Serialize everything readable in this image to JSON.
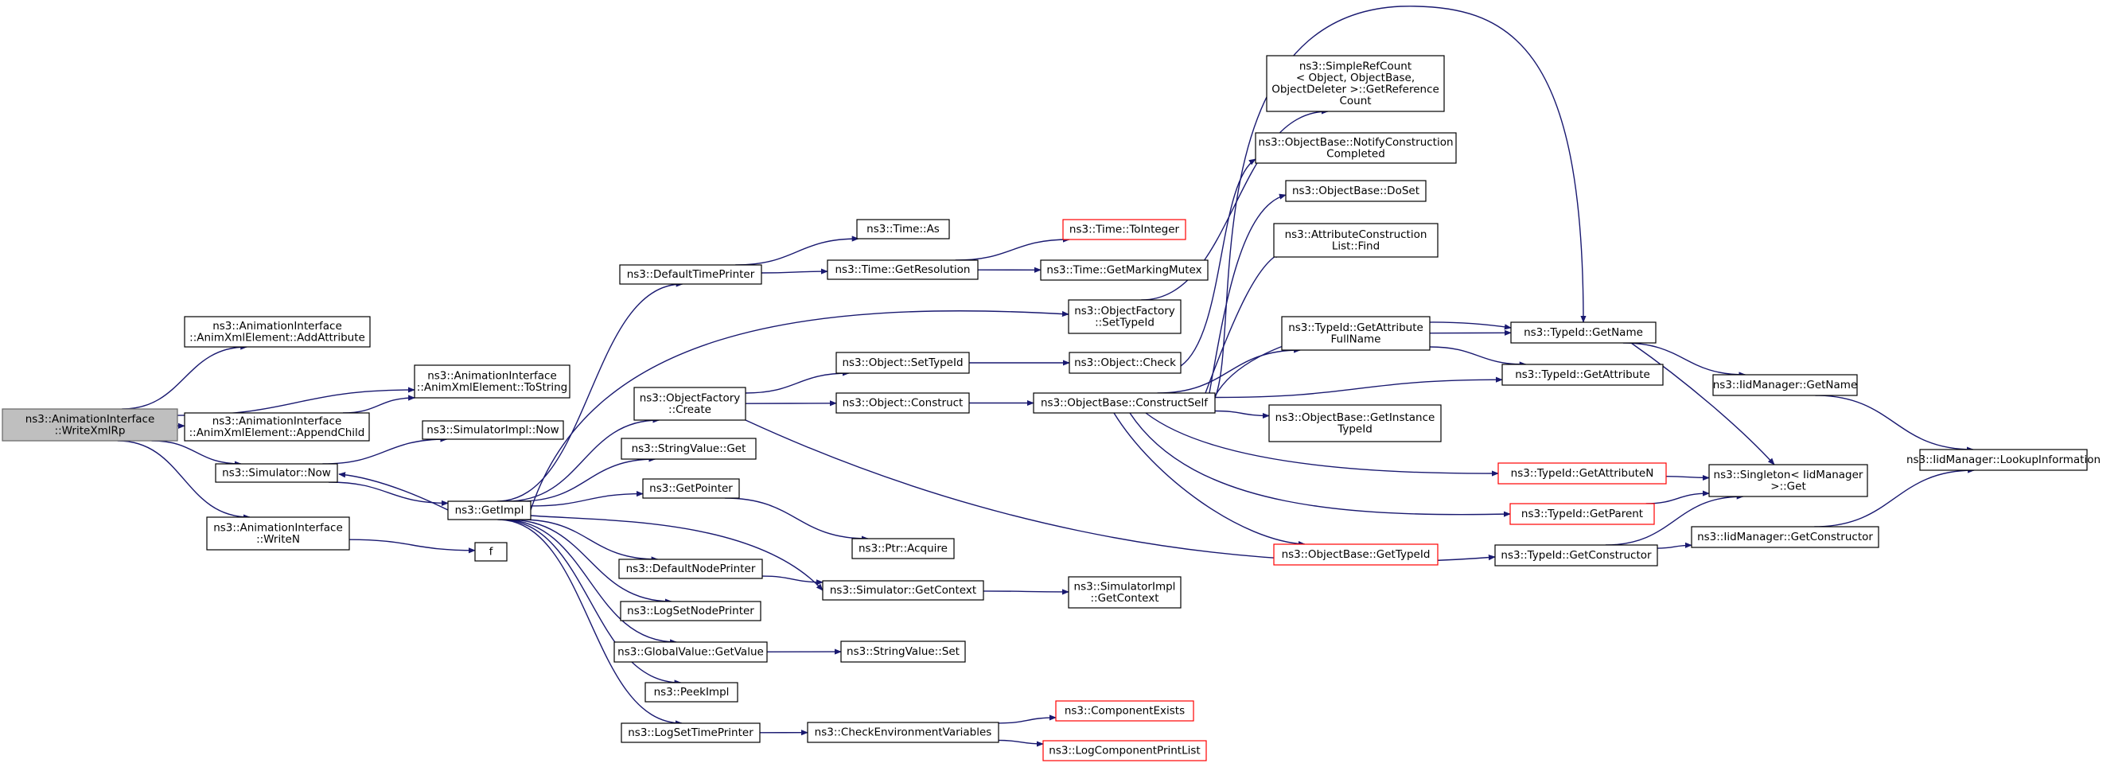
{
  "colors": {
    "edge": "#191970",
    "box_border": "#000000",
    "box_fill": "#ffffff",
    "missing_border": "#ff0000",
    "root_fill": "#bfbfbf",
    "root_border": "#666666"
  },
  "nodes": [
    {
      "id": "root",
      "lines": [
        "ns3::AnimationInterface",
        "::WriteXmlRp"
      ],
      "style": "root"
    },
    {
      "id": "addAttr",
      "lines": [
        "ns3::AnimationInterface",
        "::AnimXmlElement::AddAttribute"
      ]
    },
    {
      "id": "toString",
      "lines": [
        "ns3::AnimationInterface",
        "::AnimXmlElement::ToString"
      ]
    },
    {
      "id": "appendChild",
      "lines": [
        "ns3::AnimationInterface",
        "::AnimXmlElement::AppendChild"
      ]
    },
    {
      "id": "simNow",
      "lines": [
        "ns3::Simulator::Now"
      ]
    },
    {
      "id": "writeN",
      "lines": [
        "ns3::AnimationInterface",
        "::WriteN"
      ]
    },
    {
      "id": "simImplNow",
      "lines": [
        "ns3::SimulatorImpl::Now"
      ]
    },
    {
      "id": "getImpl",
      "lines": [
        "ns3::GetImpl"
      ]
    },
    {
      "id": "f",
      "lines": [
        "f"
      ]
    },
    {
      "id": "defaultTimePrinter",
      "lines": [
        "ns3::DefaultTimePrinter"
      ]
    },
    {
      "id": "ofCreate",
      "lines": [
        "ns3::ObjectFactory",
        "::Create"
      ]
    },
    {
      "id": "strGet",
      "lines": [
        "ns3::StringValue::Get"
      ]
    },
    {
      "id": "getPointer",
      "lines": [
        "ns3::GetPointer"
      ]
    },
    {
      "id": "defaultNodePrinter",
      "lines": [
        "ns3::DefaultNodePrinter"
      ]
    },
    {
      "id": "logSetNodePrinter",
      "lines": [
        "ns3::LogSetNodePrinter"
      ]
    },
    {
      "id": "gvGetValue",
      "lines": [
        "ns3::GlobalValue::GetValue"
      ]
    },
    {
      "id": "peekImpl",
      "lines": [
        "ns3::PeekImpl"
      ]
    },
    {
      "id": "logSetTimePrinter",
      "lines": [
        "ns3::LogSetTimePrinter"
      ]
    },
    {
      "id": "timeAs",
      "lines": [
        "ns3::Time::As"
      ]
    },
    {
      "id": "timeGetRes",
      "lines": [
        "ns3::Time::GetResolution"
      ]
    },
    {
      "id": "objSetTypeId",
      "lines": [
        "ns3::Object::SetTypeId"
      ]
    },
    {
      "id": "objConstruct",
      "lines": [
        "ns3::Object::Construct"
      ]
    },
    {
      "id": "ptrAcquire",
      "lines": [
        "ns3::Ptr::Acquire"
      ]
    },
    {
      "id": "simGetContext",
      "lines": [
        "ns3::Simulator::GetContext"
      ]
    },
    {
      "id": "strSet",
      "lines": [
        "ns3::StringValue::Set"
      ]
    },
    {
      "id": "checkEnv",
      "lines": [
        "ns3::CheckEnvironmentVariables"
      ]
    },
    {
      "id": "timeToInteger",
      "lines": [
        "ns3::Time::ToInteger"
      ],
      "style": "missing"
    },
    {
      "id": "timeMarkMutex",
      "lines": [
        "ns3::Time::GetMarkingMutex"
      ]
    },
    {
      "id": "ofSetTypeId",
      "lines": [
        "ns3::ObjectFactory",
        "::SetTypeId"
      ]
    },
    {
      "id": "objCheck",
      "lines": [
        "ns3::Object::Check"
      ]
    },
    {
      "id": "obConstructSelf",
      "lines": [
        "ns3::ObjectBase::ConstructSelf"
      ]
    },
    {
      "id": "simImplGetContext",
      "lines": [
        "ns3::SimulatorImpl",
        "::GetContext"
      ]
    },
    {
      "id": "compExists",
      "lines": [
        "ns3::ComponentExists"
      ],
      "style": "missing"
    },
    {
      "id": "logCompPrintList",
      "lines": [
        "ns3::LogComponentPrintList"
      ],
      "style": "missing"
    },
    {
      "id": "srcGetRefCount",
      "lines": [
        "ns3::SimpleRefCount",
        "< Object, ObjectBase,",
        "ObjectDeleter >::GetReference",
        "Count"
      ]
    },
    {
      "id": "obNotifyConstr",
      "lines": [
        "ns3::ObjectBase::NotifyConstruction",
        "Completed"
      ]
    },
    {
      "id": "obDoSet",
      "lines": [
        "ns3::ObjectBase::DoSet"
      ]
    },
    {
      "id": "acListFind",
      "lines": [
        "ns3::AttributeConstruction",
        "List::Find"
      ]
    },
    {
      "id": "tidGetAttrFullName",
      "lines": [
        "ns3::TypeId::GetAttribute",
        "FullName"
      ]
    },
    {
      "id": "obGetInstTypeId",
      "lines": [
        "ns3::ObjectBase::GetInstance",
        "TypeId"
      ]
    },
    {
      "id": "obGetTypeId",
      "lines": [
        "ns3::ObjectBase::GetTypeId"
      ],
      "style": "missing"
    },
    {
      "id": "tidGetName",
      "lines": [
        "ns3::TypeId::GetName"
      ]
    },
    {
      "id": "tidGetAttribute",
      "lines": [
        "ns3::TypeId::GetAttribute"
      ]
    },
    {
      "id": "tidGetAttributeN",
      "lines": [
        "ns3::TypeId::GetAttributeN"
      ],
      "style": "missing"
    },
    {
      "id": "tidGetParent",
      "lines": [
        "ns3::TypeId::GetParent"
      ],
      "style": "missing"
    },
    {
      "id": "tidGetConstructor",
      "lines": [
        "ns3::TypeId::GetConstructor"
      ]
    },
    {
      "id": "iidGetName",
      "lines": [
        "ns3::IidManager::GetName"
      ]
    },
    {
      "id": "singletonGet",
      "lines": [
        "ns3::Singleton< IidManager",
        ">::Get"
      ]
    },
    {
      "id": "iidGetConstructor",
      "lines": [
        "ns3::IidManager::GetConstructor"
      ]
    },
    {
      "id": "iidLookup",
      "lines": [
        "ns3::IidManager::LookupInformation"
      ]
    }
  ],
  "edges": [
    [
      "root",
      "addAttr"
    ],
    [
      "root",
      "toString"
    ],
    [
      "root",
      "appendChild"
    ],
    [
      "root",
      "simNow"
    ],
    [
      "root",
      "writeN"
    ],
    [
      "appendChild",
      "toString"
    ],
    [
      "simNow",
      "simImplNow"
    ],
    [
      "simNow",
      "getImpl"
    ],
    [
      "writeN",
      "f"
    ],
    [
      "getImpl",
      "defaultTimePrinter"
    ],
    [
      "getImpl",
      "ofCreate"
    ],
    [
      "getImpl",
      "strGet"
    ],
    [
      "getImpl",
      "getPointer"
    ],
    [
      "getImpl",
      "defaultNodePrinter"
    ],
    [
      "getImpl",
      "logSetNodePrinter"
    ],
    [
      "getImpl",
      "gvGetValue"
    ],
    [
      "getImpl",
      "peekImpl"
    ],
    [
      "getImpl",
      "logSetTimePrinter"
    ],
    [
      "getImpl",
      "simNow"
    ],
    [
      "getImpl",
      "ofSetTypeId"
    ],
    [
      "getImpl",
      "simGetContext"
    ],
    [
      "defaultTimePrinter",
      "timeAs"
    ],
    [
      "defaultTimePrinter",
      "timeGetRes"
    ],
    [
      "timeGetRes",
      "timeToInteger"
    ],
    [
      "timeGetRes",
      "timeMarkMutex"
    ],
    [
      "ofCreate",
      "objSetTypeId"
    ],
    [
      "ofCreate",
      "objConstruct"
    ],
    [
      "ofCreate",
      "tidGetConstructor"
    ],
    [
      "objSetTypeId",
      "objCheck"
    ],
    [
      "objConstruct",
      "obConstructSelf"
    ],
    [
      "getPointer",
      "ptrAcquire"
    ],
    [
      "defaultNodePrinter",
      "simGetContext"
    ],
    [
      "simGetContext",
      "simImplGetContext"
    ],
    [
      "gvGetValue",
      "strSet"
    ],
    [
      "logSetTimePrinter",
      "checkEnv"
    ],
    [
      "checkEnv",
      "compExists"
    ],
    [
      "checkEnv",
      "logCompPrintList"
    ],
    [
      "ofSetTypeId",
      "srcGetRefCount"
    ],
    [
      "objCheck",
      "obNotifyConstr"
    ],
    [
      "obConstructSelf",
      "obDoSet"
    ],
    [
      "obConstructSelf",
      "acListFind"
    ],
    [
      "obConstructSelf",
      "tidGetAttrFullName"
    ],
    [
      "obConstructSelf",
      "obGetInstTypeId"
    ],
    [
      "obConstructSelf",
      "obGetTypeId"
    ],
    [
      "obConstructSelf",
      "tidGetName"
    ],
    [
      "obConstructSelf",
      "tidGetAttribute"
    ],
    [
      "obConstructSelf",
      "tidGetAttributeN"
    ],
    [
      "obConstructSelf",
      "tidGetParent"
    ],
    [
      "obConstructSelf",
      "srcGetRefCount"
    ],
    [
      "tidGetAttrFullName",
      "tidGetName"
    ],
    [
      "tidGetAttrFullName",
      "tidGetAttribute"
    ],
    [
      "tidGetName",
      "iidGetName"
    ],
    [
      "tidGetName",
      "singletonGet"
    ],
    [
      "tidGetAttributeN",
      "singletonGet"
    ],
    [
      "tidGetParent",
      "singletonGet"
    ],
    [
      "tidGetConstructor",
      "singletonGet"
    ],
    [
      "tidGetConstructor",
      "iidGetConstructor"
    ],
    [
      "iidGetName",
      "iidLookup"
    ],
    [
      "iidGetConstructor",
      "iidLookup"
    ]
  ]
}
